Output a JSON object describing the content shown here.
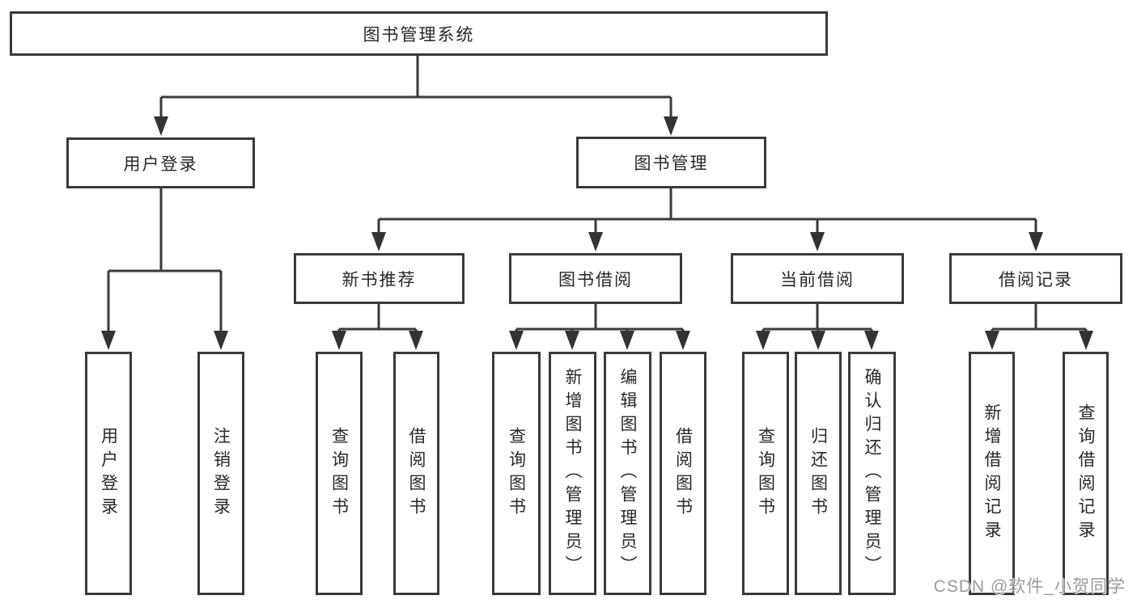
{
  "diagram": {
    "title": "图书管理系统",
    "colors": {
      "line": "#3a3a3c",
      "text": "#28282c",
      "background": "#ffffff",
      "watermark_text": "#9b9ba0"
    },
    "tree": {
      "root": {
        "label": "图书管理系统"
      },
      "level2": [
        {
          "label": "用户登录",
          "children": [
            {
              "label": "用户登录"
            },
            {
              "label": "注销登录"
            }
          ]
        },
        {
          "label": "图书管理",
          "children": [
            {
              "label": "新书推荐",
              "children": [
                {
                  "label": "查询图书"
                },
                {
                  "label": "借阅图书"
                }
              ]
            },
            {
              "label": "图书借阅",
              "children": [
                {
                  "label": "查询图书"
                },
                {
                  "label": "新增图书（管理员）"
                },
                {
                  "label": "编辑图书（管理员）"
                },
                {
                  "label": "借阅图书"
                }
              ]
            },
            {
              "label": "当前借阅",
              "children": [
                {
                  "label": "查询图书"
                },
                {
                  "label": "归还图书"
                },
                {
                  "label": "确认归还（管理员）"
                }
              ]
            },
            {
              "label": "借阅记录",
              "children": [
                {
                  "label": "新增借阅记录"
                },
                {
                  "label": "查询借阅记录"
                }
              ]
            }
          ]
        }
      ]
    },
    "watermark": "CSDN @软件_小贺同学"
  }
}
